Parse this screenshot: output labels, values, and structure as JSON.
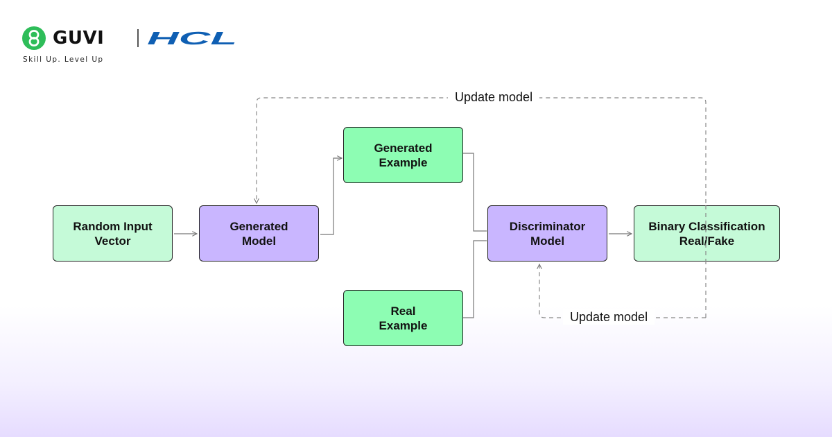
{
  "brand": {
    "name": "GUVI",
    "partner": "HCL",
    "tagline": "Skill Up. Level Up",
    "colors": {
      "guvi_green": "#2ebd59",
      "hcl_blue": "#0f5fb3"
    }
  },
  "nodes": {
    "random_input": {
      "line1": "Random Input",
      "line2": "Vector"
    },
    "generated_model": {
      "line1": "Generated",
      "line2": "Model"
    },
    "generated_example": {
      "line1": "Generated",
      "line2": "Example"
    },
    "real_example": {
      "line1": "Real",
      "line2": "Example"
    },
    "discriminator_model": {
      "line1": "Discriminator",
      "line2": "Model"
    },
    "binary_classification": {
      "line1": "Binary Classification",
      "line2": "Real/Fake"
    }
  },
  "edges": {
    "update_top": "Update model",
    "update_bottom": "Update model"
  },
  "colors": {
    "light_green": "#c5fad8",
    "green": "#8dfdb3",
    "purple": "#c9b6ff",
    "connector": "#777777"
  }
}
